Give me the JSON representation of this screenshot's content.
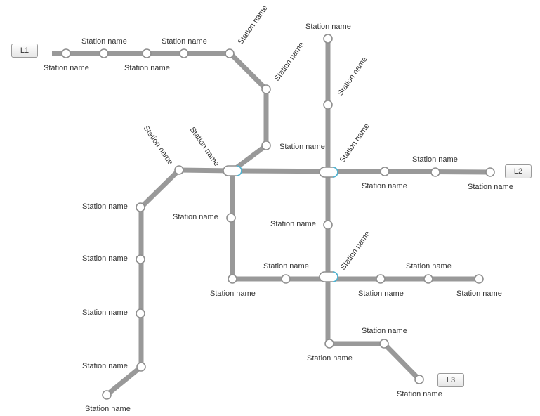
{
  "lines": {
    "l1": {
      "label": "L1"
    },
    "l2": {
      "label": "L2"
    },
    "l3": {
      "label": "L3"
    }
  },
  "station_label": "Station name",
  "colors": {
    "line": "#999999",
    "station_stroke": "#8f8f8f",
    "interchange_accent": "#4fb5d4"
  }
}
